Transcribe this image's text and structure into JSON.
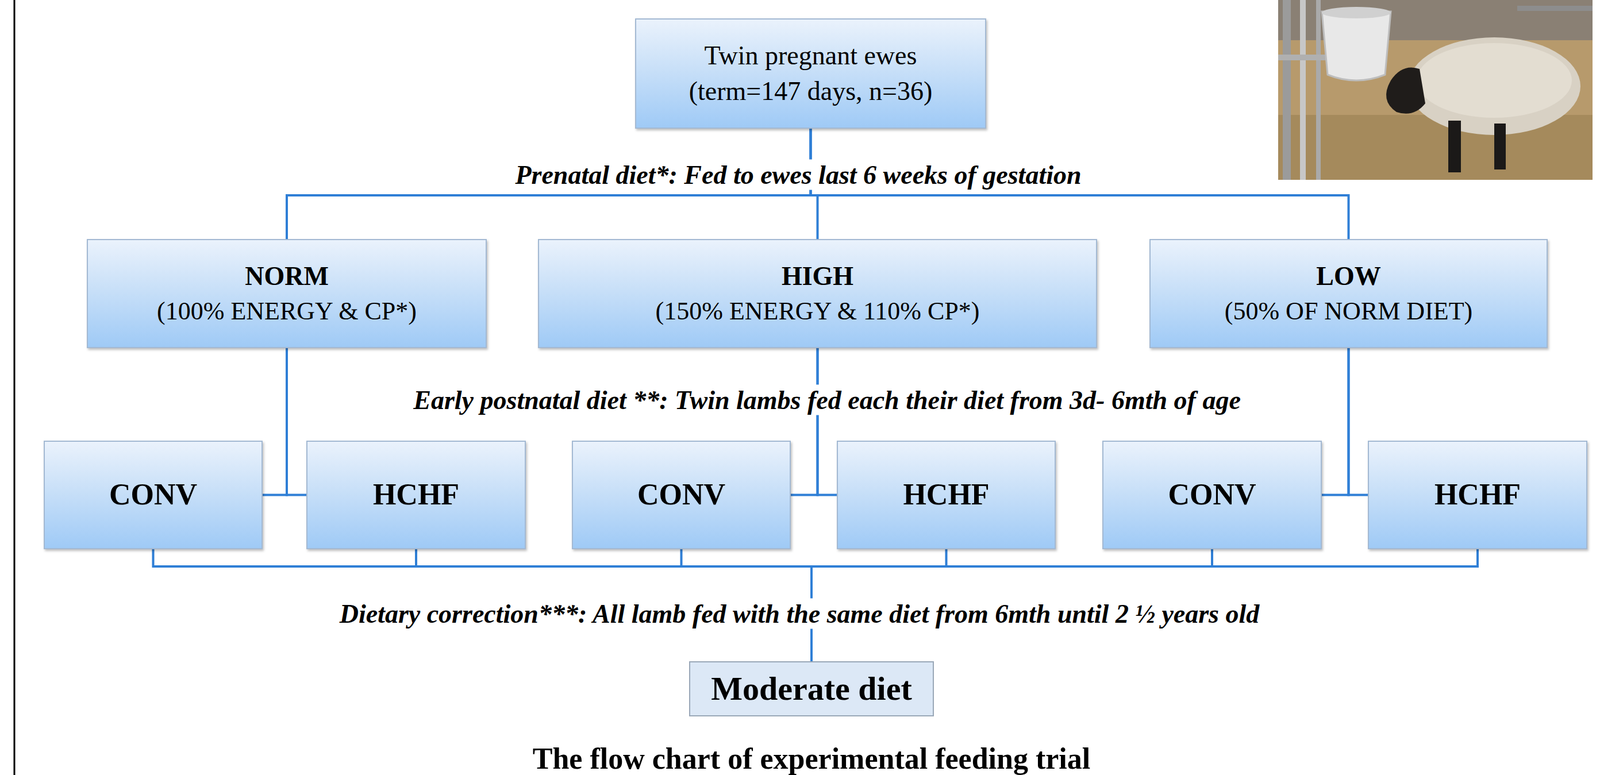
{
  "diagram": {
    "caption": "The flow chart of experimental feeding trial",
    "nodes": [
      {
        "text": [
          "Twin pregnant ewes",
          "(term=147 days, n=36)"
        ]
      },
      {
        "text": [
          "NORM",
          "(100% ENERGY & CP*)"
        ]
      },
      {
        "text": [
          "HIGH",
          "(150% ENERGY & 110% CP*)"
        ]
      },
      {
        "text": [
          "LOW",
          "(50% OF NORM DIET)"
        ]
      },
      {
        "text": [
          "CONV"
        ]
      },
      {
        "text": [
          "HCHF"
        ]
      },
      {
        "text": [
          "CONV"
        ]
      },
      {
        "text": [
          "HCHF"
        ]
      },
      {
        "text": [
          "CONV"
        ]
      },
      {
        "text": [
          "HCHF"
        ]
      },
      {
        "text": [
          "Moderate diet"
        ]
      }
    ],
    "edges": [
      {
        "from": 0,
        "to": 1,
        "arrow": "none"
      },
      {
        "from": 0,
        "to": 2,
        "arrow": "none"
      },
      {
        "from": 0,
        "to": 3,
        "arrow": "none"
      },
      {
        "from": 1,
        "to": 4,
        "arrow": "none"
      },
      {
        "from": 1,
        "to": 5,
        "arrow": "none"
      },
      {
        "from": 2,
        "to": 6,
        "arrow": "none"
      },
      {
        "from": 2,
        "to": 7,
        "arrow": "none"
      },
      {
        "from": 3,
        "to": 8,
        "arrow": "none"
      },
      {
        "from": 3,
        "to": 9,
        "arrow": "none"
      },
      {
        "from": 4,
        "to": 10,
        "arrow": "none"
      },
      {
        "from": 5,
        "to": 10,
        "arrow": "none"
      },
      {
        "from": 6,
        "to": 10,
        "arrow": "none"
      },
      {
        "from": 7,
        "to": 10,
        "arrow": "none"
      },
      {
        "from": 8,
        "to": 10,
        "arrow": "none"
      },
      {
        "from": 9,
        "to": 10,
        "arrow": "none"
      }
    ],
    "labels": [
      "Prenatal diet*: Fed to ewes last 6 weeks of gestation",
      "Early postnatal diet **: Twin lambs fed each their diet from 3d- 6mth of age",
      "Dietary correction***: All lamb fed with the same diet from 6mth until 2 ½ years old"
    ]
  }
}
